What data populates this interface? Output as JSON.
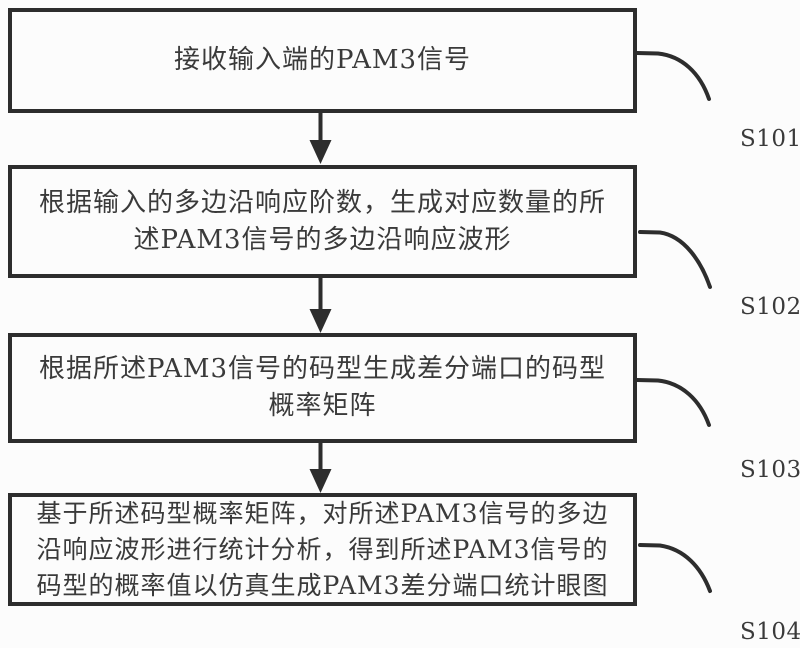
{
  "figure": {
    "type": "flowchart",
    "description": "Patent-style vertical flowchart of a PAM3 signal statistical eye diagram simulation method"
  },
  "theme": {
    "line_color": "#2d2d2d",
    "text_color": "#3a3a3a",
    "background": "#fcfcfc"
  },
  "steps": [
    {
      "id": "S101",
      "text": "接收输入端的PAM3信号"
    },
    {
      "id": "S102",
      "text": "根据输入的多边沿响应阶数，生成对应数量的所述PAM3信号的多边沿响应波形"
    },
    {
      "id": "S103",
      "text": "根据所述PAM3信号的码型生成差分端口的码型概率矩阵"
    },
    {
      "id": "S104",
      "text": "基于所述码型概率矩阵，对所述PAM3信号的多边沿响应波形进行统计分析，得到所述PAM3信号的码型的概率值以仿真生成PAM3差分端口统计眼图"
    }
  ]
}
